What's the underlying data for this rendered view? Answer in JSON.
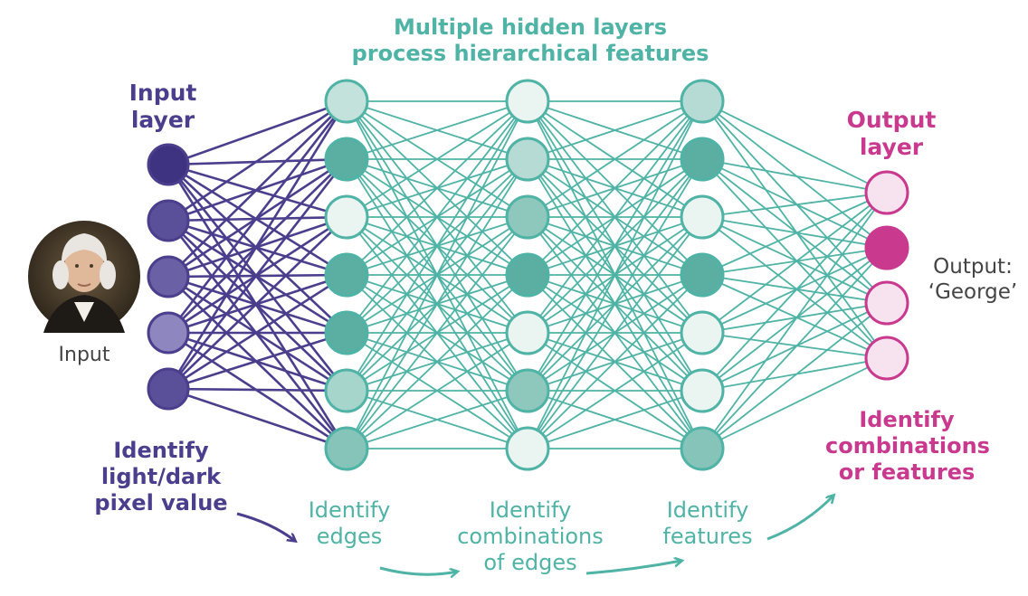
{
  "titles": {
    "hidden_layers": [
      "Multiple hidden layers",
      "process hierarchical features"
    ],
    "input_layer": [
      "Input",
      "layer"
    ],
    "output_layer": [
      "Output",
      "layer"
    ]
  },
  "labels": {
    "input_image": "Input",
    "output_value": [
      "Output:",
      "‘George’"
    ],
    "input_step": [
      "Identify",
      "light/dark",
      "pixel value"
    ],
    "hidden1_step": [
      "Identify",
      "edges"
    ],
    "hidden2_step": [
      "Identify",
      "combinations",
      "of edges"
    ],
    "hidden3_step": [
      "Identify",
      "features"
    ],
    "output_step": [
      "Identify",
      "combinations",
      "or features"
    ]
  },
  "network": {
    "layers": [
      {
        "name": "input",
        "node_fills": [
          "#3d3380",
          "#5a509a",
          "#6a60a6",
          "#8e86bf",
          "#5a509a"
        ]
      },
      {
        "name": "hidden-1",
        "node_fills": [
          "#c3e2dc",
          "#5aaea2",
          "#eaf5f2",
          "#5aaea2",
          "#5aaea2",
          "#a6d5cc",
          "#86c4b9"
        ]
      },
      {
        "name": "hidden-2",
        "node_fills": [
          "#eaf5f2",
          "#b6dbd4",
          "#8ec8bd",
          "#5aaea2",
          "#eaf5f2",
          "#8ec8bd",
          "#eaf5f2"
        ]
      },
      {
        "name": "hidden-3",
        "node_fills": [
          "#b6dbd4",
          "#5aaea2",
          "#eaf5f2",
          "#5aaea2",
          "#eaf5f2",
          "#eaf5f2",
          "#86c4b9"
        ]
      },
      {
        "name": "output",
        "node_fills": [
          "#f7e3ef",
          "#c93a8f",
          "#f7e3ef",
          "#f7e3ef"
        ]
      }
    ]
  },
  "colors": {
    "purple": "#4b3e8c",
    "teal": "#4fb3a5",
    "magenta": "#c93a8f",
    "input_edges": "#4b3e8c",
    "hidden_edges": "#4fb3a5"
  }
}
